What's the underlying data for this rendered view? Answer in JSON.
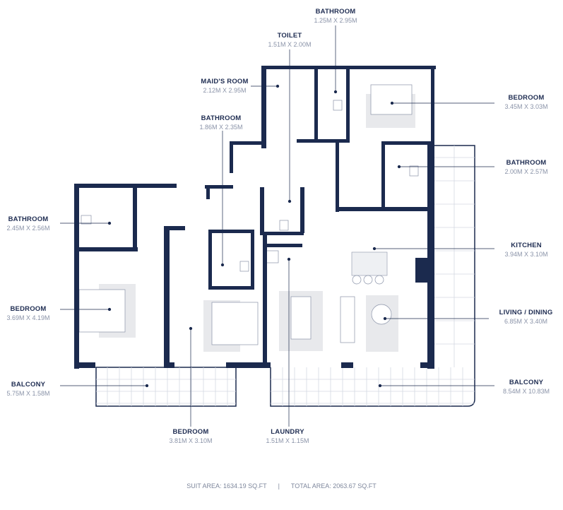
{
  "colors": {
    "wall": "#1b2a4e",
    "text_dim": "#8a93a8",
    "furniture_fill": "#e6e7ea"
  },
  "rooms": [
    {
      "id": "bathroom-top",
      "name": "BATHROOM",
      "dims": "1.25M X 2.95M"
    },
    {
      "id": "toilet",
      "name": "TOILET",
      "dims": "1.51M X 2.00M"
    },
    {
      "id": "maids-room",
      "name": "MAID'S ROOM",
      "dims": "2.12M X 2.95M"
    },
    {
      "id": "bedroom-top",
      "name": "BEDROOM",
      "dims": "3.45M X 3.03M"
    },
    {
      "id": "bathroom-mid",
      "name": "BATHROOM",
      "dims": "1.86M X 2.35M"
    },
    {
      "id": "bathroom-right",
      "name": "BATHROOM",
      "dims": "2.00M X 2.57M"
    },
    {
      "id": "bathroom-left",
      "name": "BATHROOM",
      "dims": "2.45M X 2.56M"
    },
    {
      "id": "kitchen",
      "name": "KITCHEN",
      "dims": "3.94M X 3.10M"
    },
    {
      "id": "bedroom-left",
      "name": "BEDROOM",
      "dims": "3.69M X 4.19M"
    },
    {
      "id": "living-dining",
      "name": "LIVING / DINING",
      "dims": "6.85M X 3.40M"
    },
    {
      "id": "balcony-left",
      "name": "BALCONY",
      "dims": "5.75M X 1.58M"
    },
    {
      "id": "balcony-right",
      "name": "BALCONY",
      "dims": "8.54M X 10.83M"
    },
    {
      "id": "bedroom-mid",
      "name": "BEDROOM",
      "dims": "3.81M X 3.10M"
    },
    {
      "id": "laundry",
      "name": "LAUNDRY",
      "dims": "1.51M X 1.15M"
    }
  ],
  "footer": {
    "suit_area": "SUIT AREA: 1634.19 SQ.FT",
    "separator": "|",
    "total_area": "TOTAL AREA: 2063.67 SQ.FT"
  }
}
